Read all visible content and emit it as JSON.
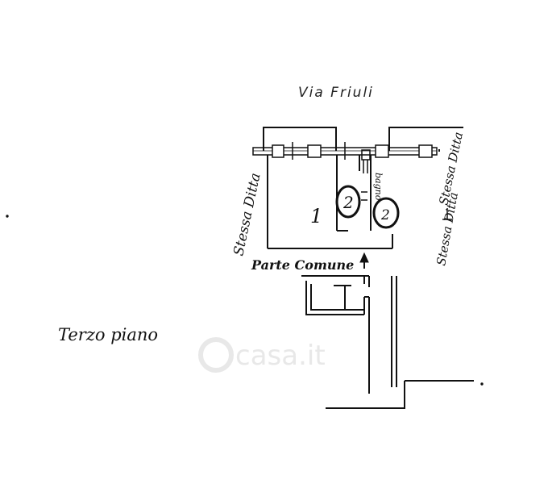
{
  "street_label": "Via  Friuli",
  "room_main": "1",
  "room_bath_a": "2",
  "room_bath_b": "2",
  "bath_word": "bagno",
  "side_left": "Stessa Ditta",
  "side_right_upper": "Stessa Ditta",
  "side_right_lower": "Stessa Ditta",
  "common_area": "Parte Comune",
  "floor_label": "Terzo piano",
  "watermark": "casa.it"
}
